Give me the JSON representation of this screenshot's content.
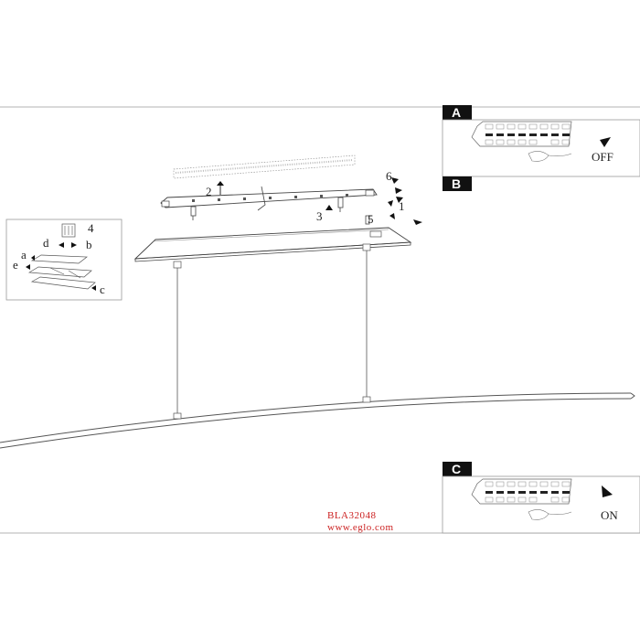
{
  "document": {
    "model_code": "BLA32048",
    "website": "www.eglo.com"
  },
  "main_diagram": {
    "step_labels": [
      "1",
      "2",
      "3",
      "5",
      "6"
    ]
  },
  "inset_detail": {
    "step_number": "4",
    "part_labels": [
      "a",
      "b",
      "c",
      "d",
      "e"
    ]
  },
  "panels": [
    {
      "letter": "A",
      "state": "OFF"
    },
    {
      "letter": "B",
      "state": ""
    },
    {
      "letter": "C",
      "state": "ON"
    }
  ]
}
